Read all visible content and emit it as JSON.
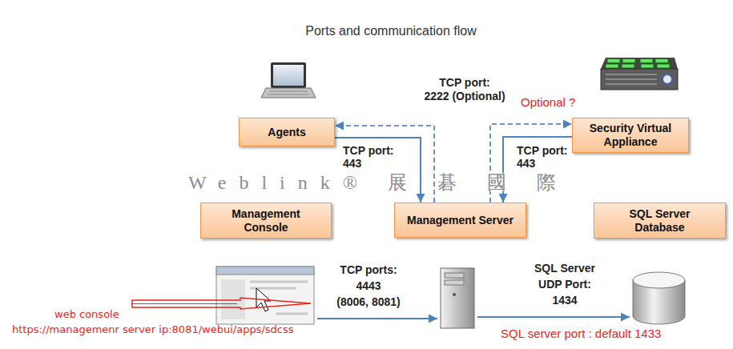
{
  "diagram": {
    "title": "Ports and communication flow",
    "nodes": [
      {
        "text": [
          "Agents"
        ]
      },
      {
        "text": [
          "Security Virtual Appliance"
        ]
      },
      {
        "text": [
          "Management Console"
        ]
      },
      {
        "text": [
          "Management Server"
        ]
      },
      {
        "text": [
          "SQL Server Database"
        ]
      }
    ],
    "edges": [
      {
        "from": 0,
        "to": 3,
        "arrow": "to",
        "label": "TCP port: 443"
      },
      {
        "from": 3,
        "to": 0,
        "arrow": "to"
      },
      {
        "from": 3,
        "to": 1,
        "arrow": "to"
      },
      {
        "from": 1,
        "to": 3,
        "arrow": "to",
        "label": "TCP port: 443"
      }
    ],
    "labels": [
      "TCP port: 2222 (Optional)",
      "Optional ?",
      "Weblink® 展 碁 國 際",
      "TCP ports: 4443 (8006, 8081)",
      "SQL Server UDP Port: 1434",
      "web console",
      "https://managemenr server ip:8081/webui/apps/sdcss",
      "SQL server port : default 1433"
    ]
  }
}
